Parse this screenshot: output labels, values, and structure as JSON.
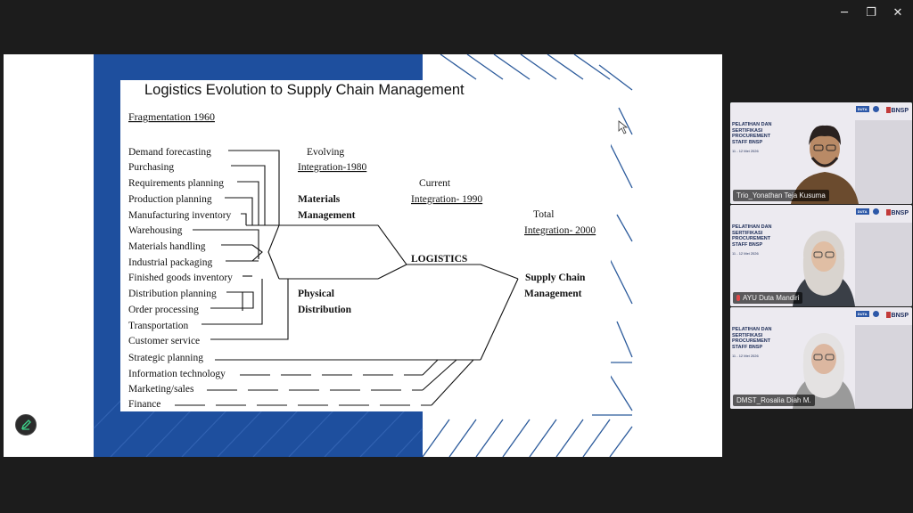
{
  "window": {
    "minimize_glyph": "─",
    "maximize_glyph": "❐",
    "close_glyph": "✕"
  },
  "slide": {
    "title": "Logistics Evolution to Supply Chain Management",
    "fragmentation_label": "Fragmentation 1960",
    "activities": [
      "Demand forecasting",
      "Purchasing",
      "Requirements planning",
      "Production planning",
      "Manufacturing inventory",
      "Warehousing",
      "Materials handling",
      "Industrial packaging",
      "Finished goods inventory",
      "Distribution planning",
      "Order processing",
      "Transportation",
      "Customer service",
      "Strategic planning",
      "Information technology",
      "Marketing/sales",
      "Finance"
    ],
    "evolving_label": "Evolving",
    "integration_1980": "Integration-1980",
    "materials_management": [
      "Materials",
      "Management"
    ],
    "physical_distribution": [
      "Physical",
      "Distribution"
    ],
    "current_label": "Current",
    "integration_1990": "Integration- 1990",
    "logistics_label": "LOGISTICS",
    "total_label": "Total",
    "integration_2000": "Integration- 2000",
    "supply_chain_management": [
      "Supply Chain",
      "Management"
    ]
  },
  "participants": [
    {
      "name": "Trio_Yonathan Teja Kusuma",
      "active": true,
      "mic_muted": false,
      "skin": "#b98a66",
      "hair": "#2a2220",
      "shirt": "#6b4b2e",
      "hijab": ""
    },
    {
      "name": "AYU Duta Mandiri",
      "active": false,
      "mic_muted": true,
      "skin": "#e0bea4",
      "hair": "",
      "shirt": "#3a3f47",
      "hijab": "#d9d4cf"
    },
    {
      "name": "DMST_Rosalia Diah M.",
      "active": false,
      "mic_muted": false,
      "skin": "#dcb7a0",
      "hair": "",
      "shirt": "#9a9a9a",
      "hijab": "#e4e2e2"
    }
  ],
  "tile_background": {
    "banner": [
      "PELATIHAN DAN",
      "SERTIFIKASI",
      "PROCUREMENT",
      "STAFF BNSP"
    ],
    "date": "11 - 12 Mei 2026",
    "logo_duta": "DUTA",
    "logo_bnsp": "BNSP"
  },
  "colors": {
    "slide_blue": "#1e4f9e",
    "active_border": "#3dd68c",
    "mic_muted": "#e04848"
  }
}
